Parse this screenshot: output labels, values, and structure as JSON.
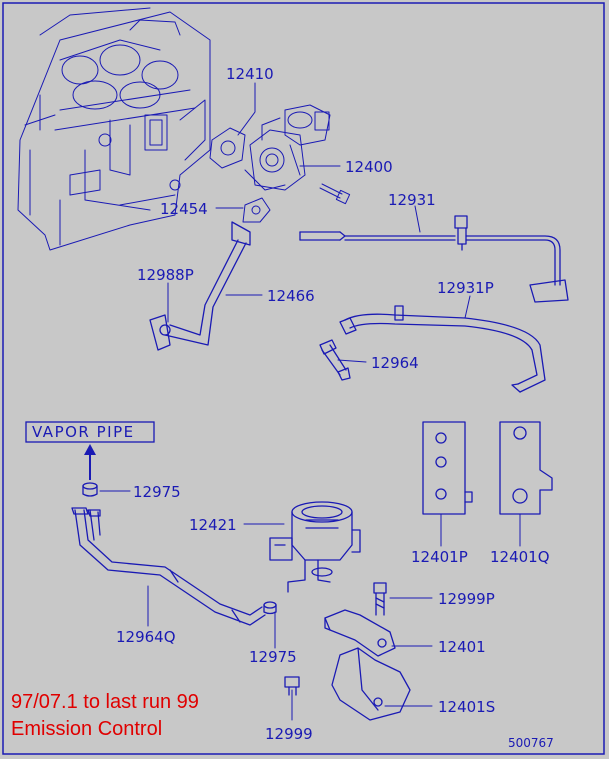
{
  "diagram": {
    "part_labels": {
      "p12410": "12410",
      "p12400": "12400",
      "p12454": "12454",
      "p12931": "12931",
      "p12988P": "12988P",
      "p12466": "12466",
      "p12931P": "12931P",
      "p12964": "12964",
      "p12975a": "12975",
      "p12421": "12421",
      "p12401P": "12401P",
      "p12401Q": "12401Q",
      "p12964Q": "12964Q",
      "p12999P": "12999P",
      "p12401": "12401",
      "p12975b": "12975",
      "p12999": "12999",
      "p12401S": "12401S"
    },
    "vapor_pipe_label": "VAPOR PIPE",
    "footer_line1": "97/07.1 to last run 99",
    "footer_line2": "Emission Control",
    "drawing_number": "500767",
    "colors": {
      "background": "#c8c8c8",
      "line": "#1a1ab4",
      "footer_text": "#e00000"
    }
  }
}
